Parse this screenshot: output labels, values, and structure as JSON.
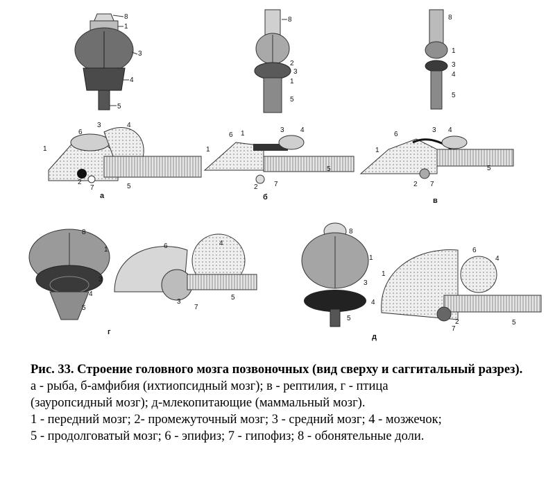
{
  "figure": {
    "subfigure_letters": [
      "а",
      "б",
      "в",
      "г",
      "д"
    ],
    "part_numbers": [
      "1",
      "2",
      "3",
      "4",
      "5",
      "6",
      "7",
      "8"
    ]
  },
  "caption": {
    "title": "Рис. 33. Строение головного мозга позвоночных (вид сверху и саггитальный разрез).",
    "line1": "а - рыба, б-амфибия (ихтиопсидный мозг); в - рептилия, г - птица",
    "line2": "(зауропсидный мозг); д-млекопитающие (маммальный мозг).",
    "line3": "1 - передний мозг; 2- промежуточный мозг; 3 - средний мозг;      4 - мозжечок;",
    "line4": "5 - продолговатый   мозг; 6 - эпифиз; 7 - гипофиз; 8 - обонятельные  доли."
  }
}
